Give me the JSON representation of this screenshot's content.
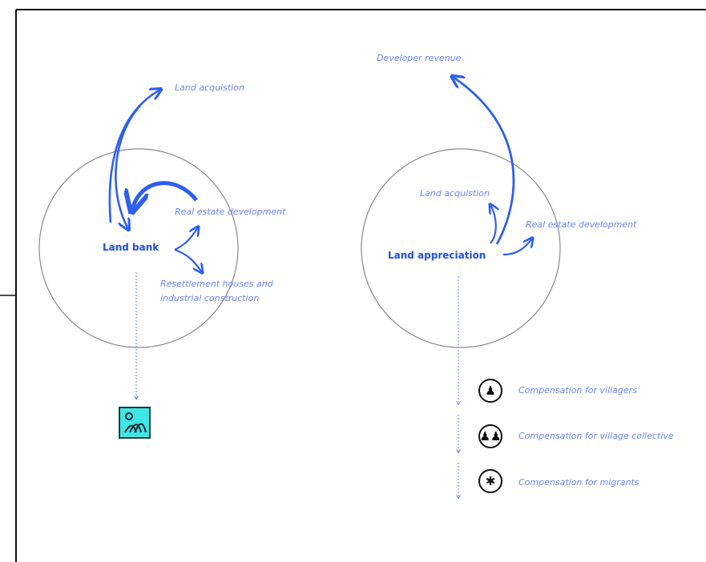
{
  "left_diagram": {
    "center_label": "Land bank",
    "labels": {
      "land_acquisition": "Land acquistion",
      "real_estate": "Real estate development",
      "resettlement": "Resettlement houses and industrial construction"
    }
  },
  "right_diagram": {
    "center_label": "Land appreciation",
    "labels": {
      "developer_revenue": "Developer revenue",
      "land_acquisition": "Land acquistion",
      "real_estate": "Real estate development"
    },
    "compensation": [
      {
        "label": "Compensation for villagers",
        "icon": "villagers-icon"
      },
      {
        "label": "Compensation for village collective",
        "icon": "village-collective-icon"
      },
      {
        "label": "Compensation for migrants",
        "icon": "migrants-icon"
      }
    ]
  },
  "farmland_icon": "farmland-icon",
  "colors": {
    "arrow_blue": "#2f5ff0",
    "label_blue": "#6b86f0",
    "circle_gray": "#8a8a8a",
    "farmland_cyan": "#3fe6e4"
  }
}
